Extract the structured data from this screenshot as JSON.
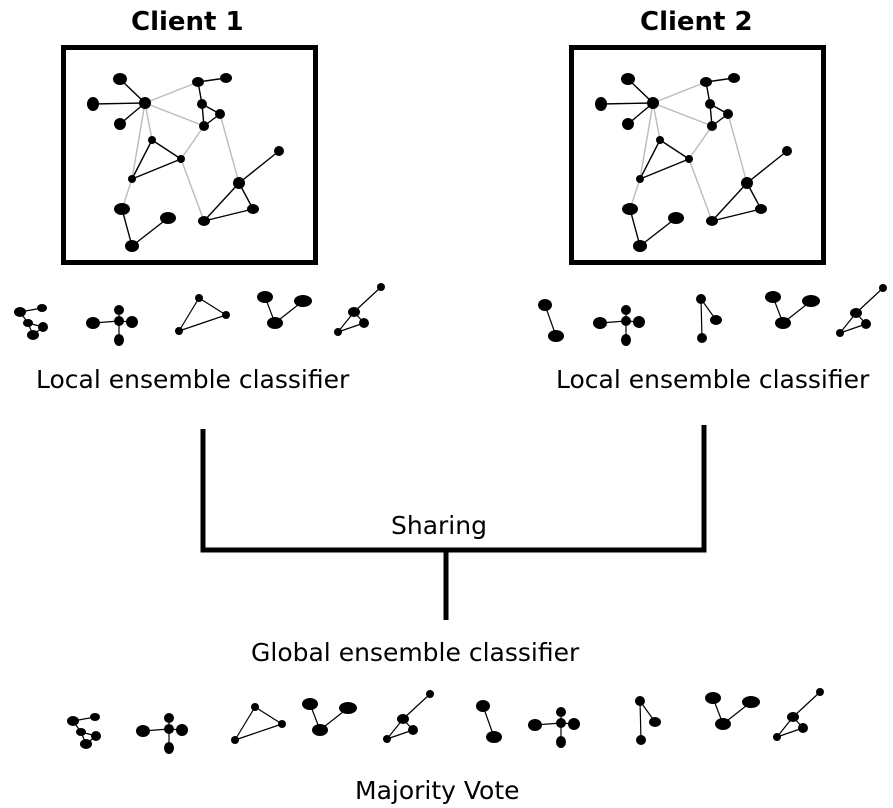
{
  "clients": [
    {
      "title": "Client 1",
      "ensemble_label": "Local ensemble classifier"
    },
    {
      "title": "Client 2",
      "ensemble_label": "Local ensemble classifier"
    }
  ],
  "sharing_label": "Sharing",
  "global_label": "Global ensemble classifier",
  "vote_label": "Majority Vote",
  "colors": {
    "node": "#000000",
    "edge": "#000000",
    "cross_edge": "#bbbbbb",
    "frame": "#000000"
  }
}
